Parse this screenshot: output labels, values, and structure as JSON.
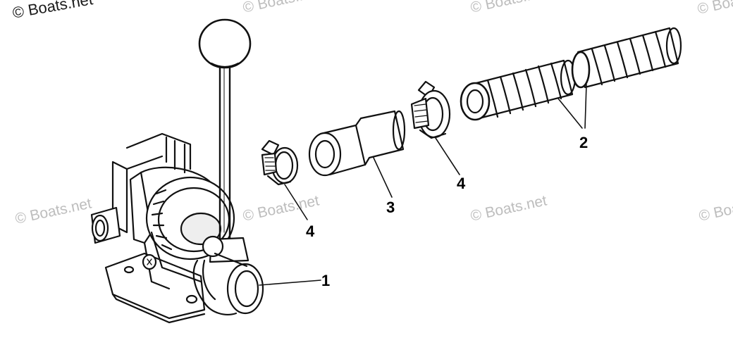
{
  "watermark_text": "© Boats.net",
  "callouts": {
    "pump": "1",
    "hose": "2",
    "adapter": "3",
    "clamp_left": "4",
    "clamp_right": "4"
  },
  "parts": [
    {
      "key": "pump",
      "name": "bilge-pump-hand-lever-assembly"
    },
    {
      "key": "hose",
      "name": "corrugated-hose"
    },
    {
      "key": "adapter",
      "name": "hose-adapter-sleeve"
    },
    {
      "key": "clamp",
      "name": "hose-clamp"
    }
  ],
  "colors": {
    "line": "#111111",
    "watermark": "#bdbdbd"
  }
}
